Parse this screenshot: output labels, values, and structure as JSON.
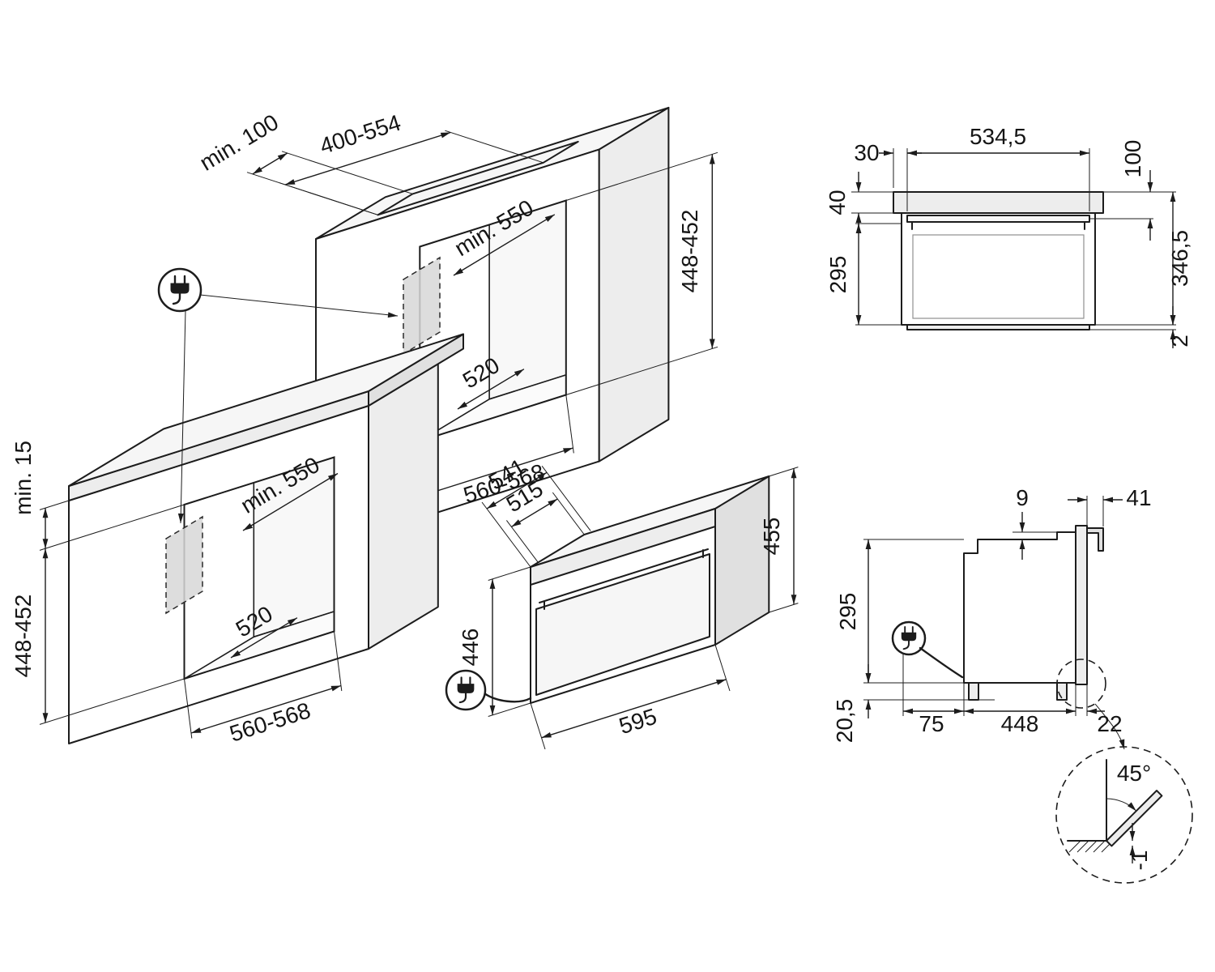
{
  "niche_tall": {
    "cutout_width": "400-554",
    "cutout_depth": "min. 100",
    "height": "448-452",
    "depth": "min. 550",
    "rear_width": "520",
    "opening_width": "560-568"
  },
  "niche_base": {
    "clearance_top": "min. 15",
    "height": "448-452",
    "depth": "min. 550",
    "rear_width": "520",
    "opening_width": "560-568"
  },
  "oven": {
    "depth_total": "541",
    "depth_body": "515",
    "height_rear": "446",
    "height_front": "455",
    "width": "595"
  },
  "front_view": {
    "side_offset": "30",
    "trim_width": "534,5",
    "top_to_handle": "100",
    "trim_height": "40",
    "door_height": "295",
    "total_height": "346,5",
    "bottom_gap": "2"
  },
  "side_view": {
    "top_step": "9",
    "handle_depth": "41",
    "rear_height": "295",
    "plinth_height": "20,5",
    "socket_offset": "75",
    "body_depth": "448",
    "door_depth": "22"
  },
  "detail_view": {
    "door_angle": "45°",
    "floor_offset": "-1"
  },
  "colors": {
    "line": "#1c1c1c",
    "zone_fill": "#d7d7d7",
    "panel_fill": "#ececec"
  }
}
